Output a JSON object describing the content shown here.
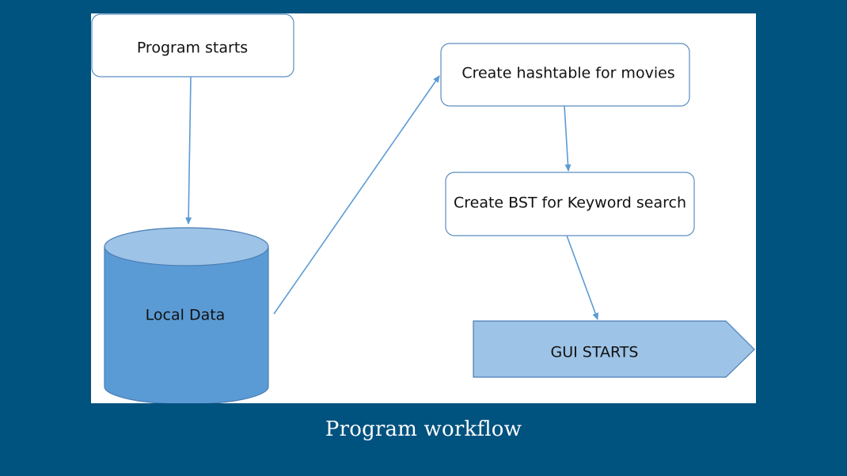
{
  "caption": "Program workflow",
  "nodes": {
    "program_start": "Program starts",
    "local_data": "Local Data",
    "hashtable": "Create hashtable for movies",
    "bst": "Create BST for Keyword search",
    "gui": "GUI STARTS"
  },
  "colors": {
    "slide_background": "#00527F",
    "canvas": "#FFFFFF",
    "box_border": "#5B8DC0",
    "arrow": "#5B9BD5",
    "cylinder_body": "#5B9BD5",
    "cylinder_top": "#9DC3E6",
    "pentagon_fill": "#9DC3E6",
    "pentagon_border": "#4A7DB5"
  }
}
